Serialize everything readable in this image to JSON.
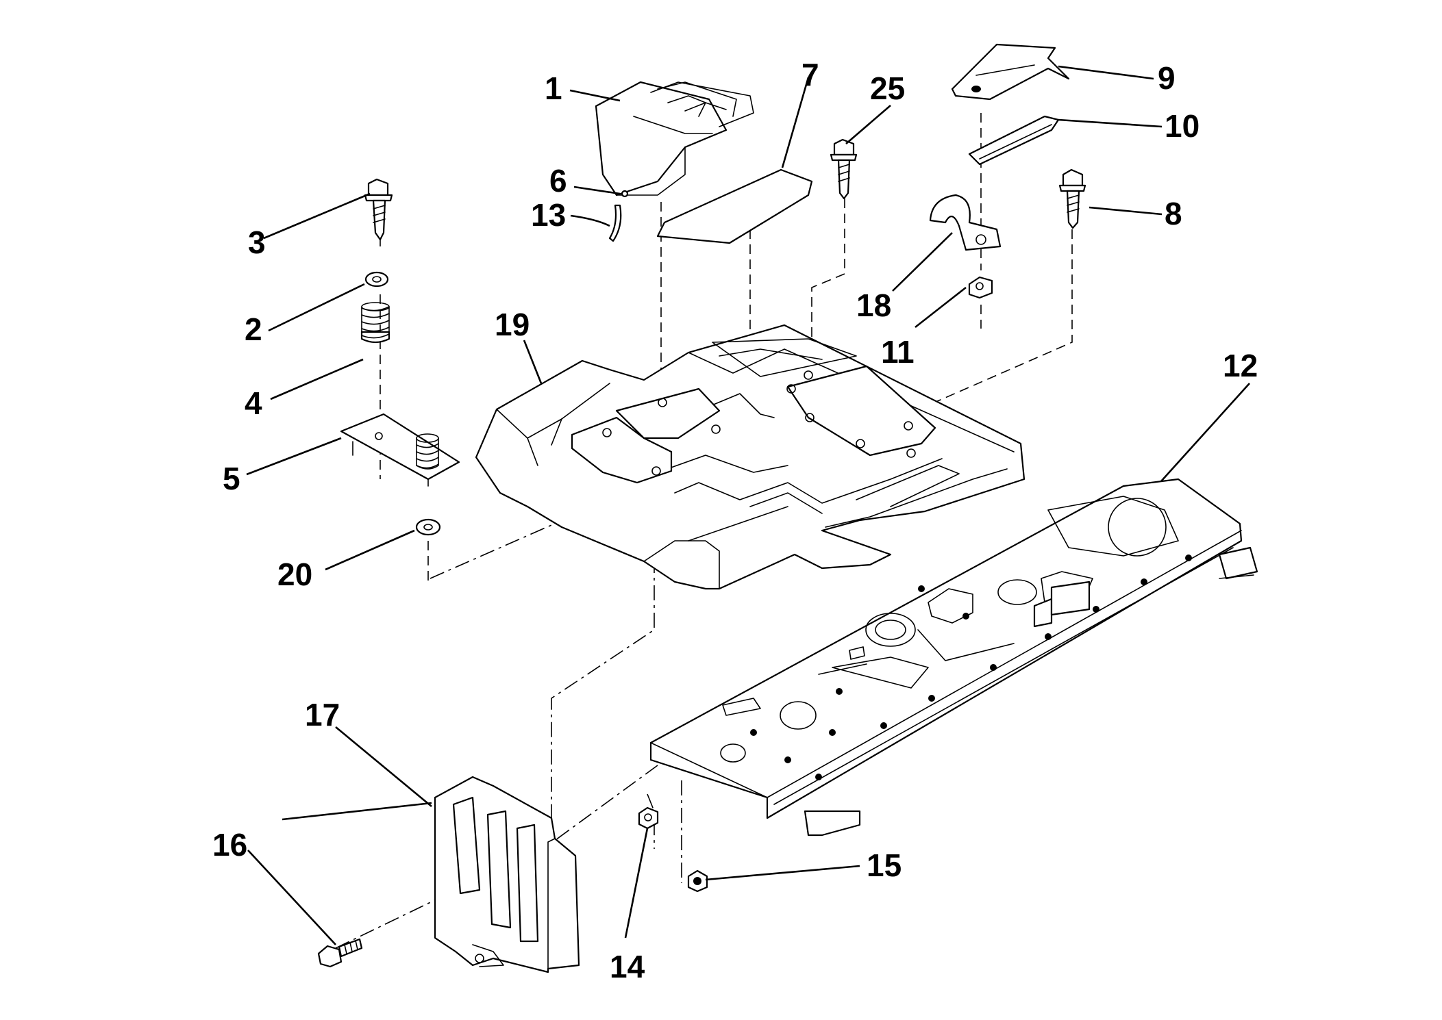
{
  "callouts": [
    {
      "id": "c1",
      "text": "1"
    },
    {
      "id": "c2",
      "text": "2"
    },
    {
      "id": "c3",
      "text": "3"
    },
    {
      "id": "c4",
      "text": "4"
    },
    {
      "id": "c5",
      "text": "5"
    },
    {
      "id": "c6",
      "text": "6"
    },
    {
      "id": "c7",
      "text": "7"
    },
    {
      "id": "c8",
      "text": "8"
    },
    {
      "id": "c9",
      "text": "9"
    },
    {
      "id": "c10",
      "text": "10"
    },
    {
      "id": "c11",
      "text": "11"
    },
    {
      "id": "c12",
      "text": "12"
    },
    {
      "id": "c13",
      "text": "13"
    },
    {
      "id": "c14",
      "text": "14"
    },
    {
      "id": "c15",
      "text": "15"
    },
    {
      "id": "c16",
      "text": "16"
    },
    {
      "id": "c17",
      "text": "17"
    },
    {
      "id": "c18",
      "text": "18"
    },
    {
      "id": "c19",
      "text": "19"
    },
    {
      "id": "c20",
      "text": "20"
    },
    {
      "id": "c25",
      "text": "25"
    }
  ]
}
